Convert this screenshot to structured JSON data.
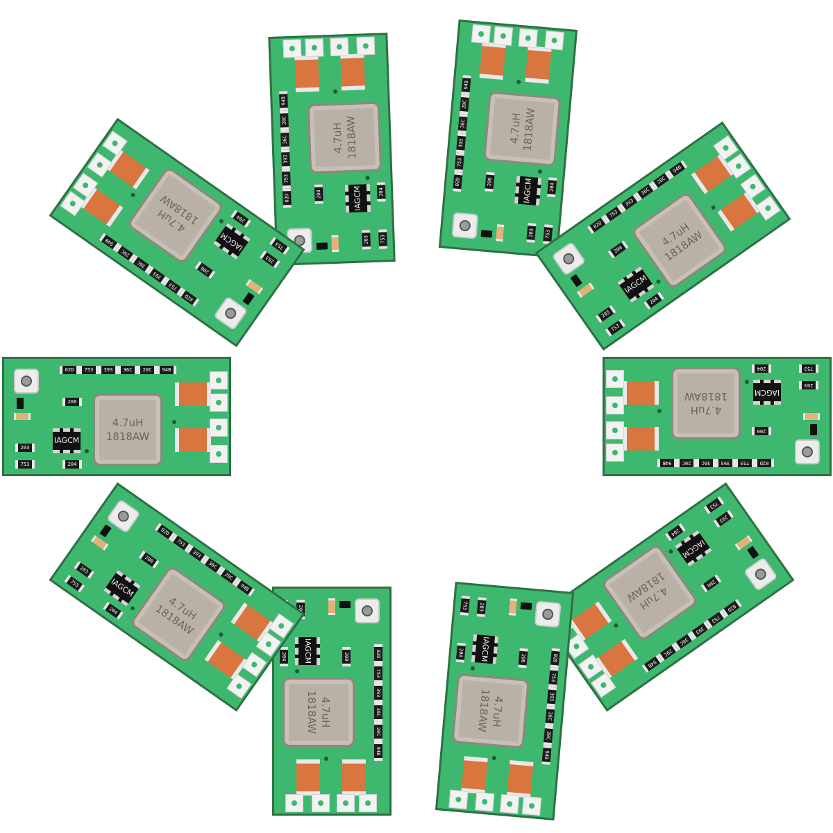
{
  "board": {
    "inductor_value": "4.7uH",
    "inductor_code": "1818AW",
    "ic_marking": "IAGCM",
    "resistor_codes": [
      "753",
      "203",
      "204",
      "200",
      "02D",
      "393",
      "36C",
      "20C",
      "94B"
    ]
  },
  "boards": [
    {
      "id": "top-left-inner"
    },
    {
      "id": "top-right-inner"
    },
    {
      "id": "right-upper"
    },
    {
      "id": "right"
    },
    {
      "id": "right-lower"
    },
    {
      "id": "bottom-right-inner"
    },
    {
      "id": "bottom-left-inner"
    },
    {
      "id": "left-lower"
    },
    {
      "id": "left"
    },
    {
      "id": "left-upper"
    }
  ]
}
